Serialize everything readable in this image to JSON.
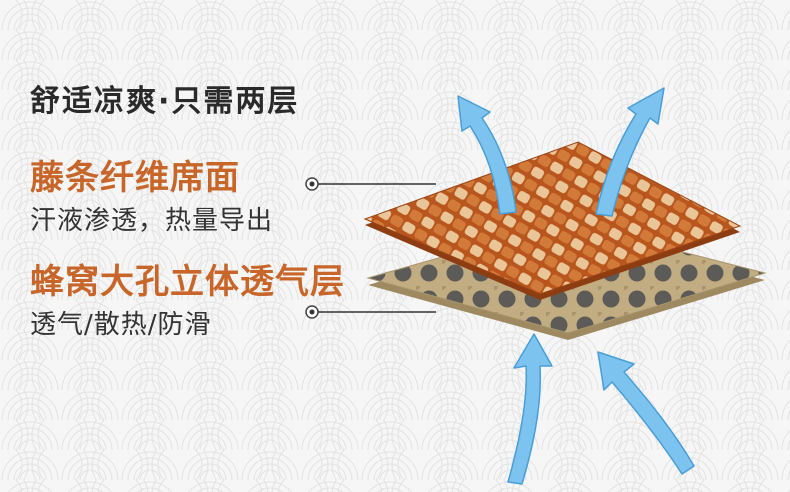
{
  "headline": "舒适凉爽·只需两层",
  "layer_top": {
    "title": "藤条纤维席面",
    "desc": "汗液渗透，热量导出"
  },
  "layer_bottom": {
    "title": "蜂窝大孔立体透气层",
    "desc": "透气/散热/防滑"
  },
  "colors": {
    "accent": "#c8662a",
    "arrow": "#7cc4ef",
    "rattan": "#c25a1f",
    "mesh": "#bda67a"
  }
}
